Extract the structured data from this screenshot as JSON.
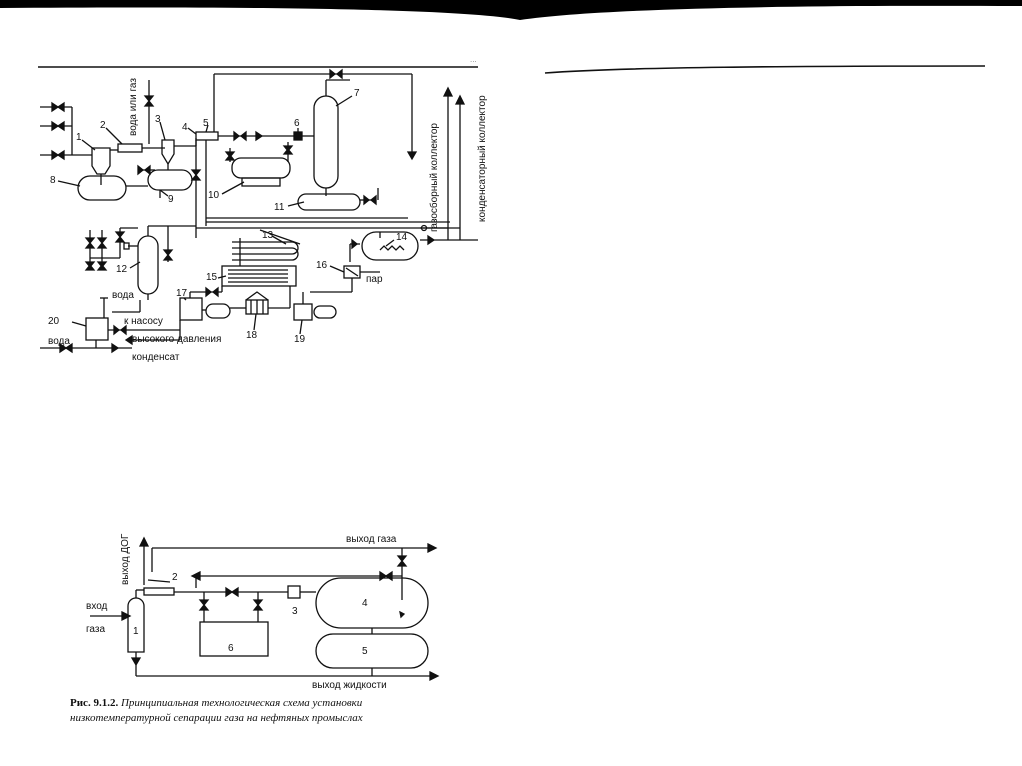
{
  "figure_top": {
    "numbers": [
      "1",
      "2",
      "3",
      "4",
      "5",
      "6",
      "7",
      "8",
      "9",
      "10",
      "11",
      "12",
      "13",
      "14",
      "15",
      "16",
      "17",
      "18",
      "19",
      "20"
    ],
    "labels": {
      "water_or_gas": "вода или газ",
      "gas_collector": "газосборный коллектор",
      "condensate_collector": "конденсаторный коллектор",
      "steam": "пар",
      "water_a": "вода",
      "to_pump": "к насосу",
      "high_pressure": "высокого давления",
      "water_b": "вода",
      "condensate": "конденсат"
    }
  },
  "figure_bottom": {
    "numbers": [
      "1",
      "2",
      "3",
      "4",
      "5",
      "6"
    ],
    "labels": {
      "dog_outlet": "выход ДОГ",
      "gas_outlet": "выход газа",
      "gas_inlet_1": "вход",
      "gas_inlet_2": "газа",
      "liquid_outlet": "выход жидкости"
    },
    "caption": {
      "label": "Рис. 9.1.2.",
      "line1": "Принципиальная технологическая схема установки",
      "line2": "низкотемпературной сепарации газа на нефтяных промыслах"
    }
  },
  "margin_marks": {
    "top_corner": "..."
  }
}
